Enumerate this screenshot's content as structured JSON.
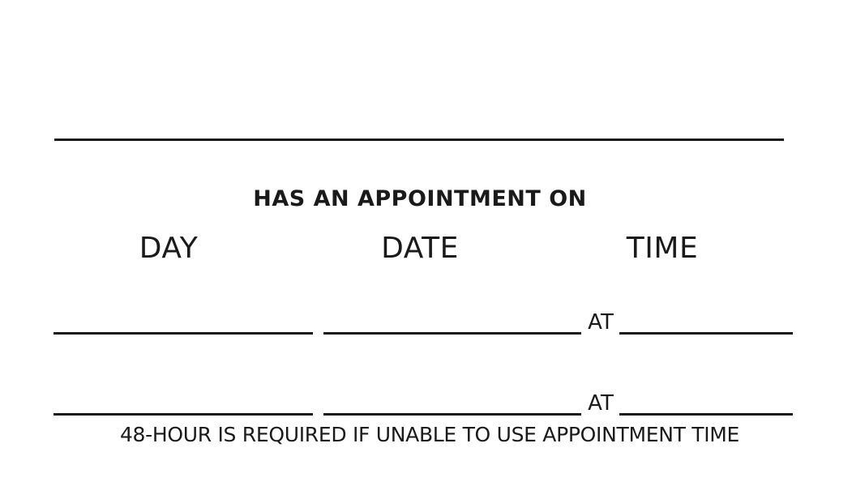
{
  "card": {
    "headline": "HAS AN APPOINTMENT ON",
    "columns": {
      "day": "DAY",
      "date": "DATE",
      "time": "TIME"
    },
    "rows": [
      {
        "separator": "AT"
      },
      {
        "separator": "AT"
      }
    ],
    "footer": "48-HOUR IS REQUIRED IF UNABLE TO USE APPOINTMENT TIME"
  }
}
